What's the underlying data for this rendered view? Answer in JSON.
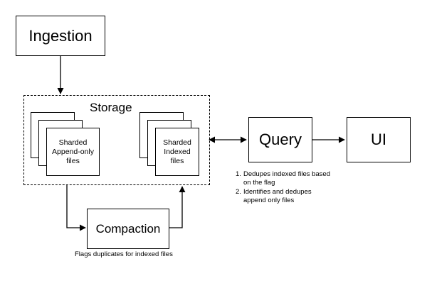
{
  "nodes": {
    "ingestion": "Ingestion",
    "storage": "Storage",
    "sharded_append": "Sharded\nAppend-only\nfiles",
    "sharded_indexed": "Sharded\nIndexed\nfiles",
    "query": "Query",
    "ui": "UI",
    "compaction": "Compaction"
  },
  "notes": {
    "compaction": "Flags duplicates for indexed files",
    "query_1_num": "1.",
    "query_1_text": "Dedupes indexed files based\non the flag",
    "query_2_num": "2.",
    "query_2_text": "Identifies and dedupes\nappend only files"
  }
}
